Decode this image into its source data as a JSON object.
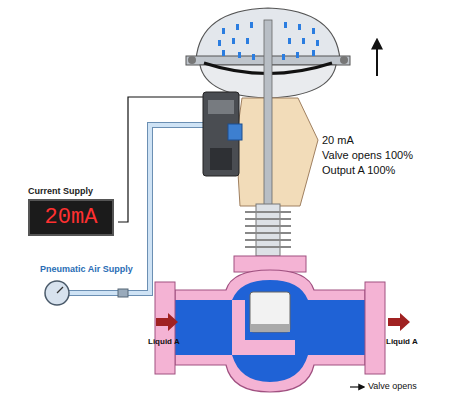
{
  "diagram": {
    "nodes": [
      {
        "text": [
          "Current Supply",
          "20mA"
        ]
      }
    ],
    "labels": [
      "Pneumatic Air Supply",
      "20 mA",
      "Valve opens 100%",
      "Output A 100%",
      "Liquid A",
      "Liquid A",
      "Valve opens"
    ]
  }
}
